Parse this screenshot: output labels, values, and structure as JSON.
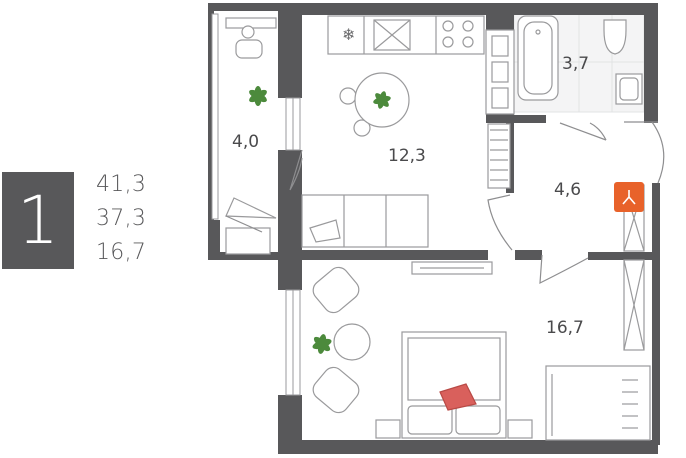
{
  "unit": {
    "rooms_count": "1",
    "areas": [
      "41,3",
      "37,3",
      "16,7"
    ]
  },
  "rooms": {
    "balcony": "4,0",
    "kitchen": "12,3",
    "bathroom": "3,7",
    "hallway": "4,6",
    "bedroom": "16,7"
  },
  "colors": {
    "wall": "#58585a",
    "floor_grid": "#e6e7e8",
    "accent_orange": "#e8622a",
    "pillow": "#d9605c",
    "plant": "#4c8a3c"
  }
}
